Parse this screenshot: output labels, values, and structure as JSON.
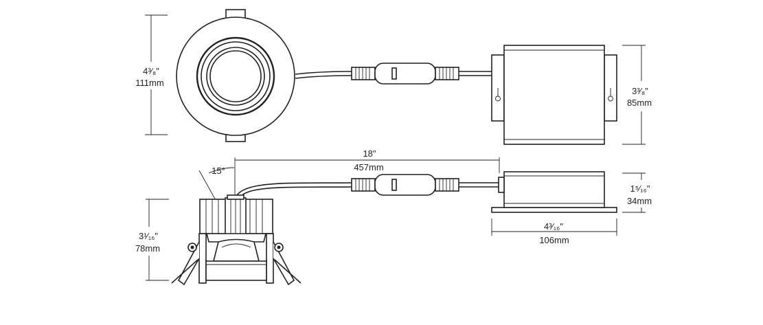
{
  "colors": {
    "line": "#231f20",
    "background": "#ffffff"
  },
  "dimensions": {
    "fixture_diameter": {
      "imperial": "4³⁄₈\"",
      "metric": "111mm"
    },
    "driver_width": {
      "imperial": "3³⁄₈\"",
      "metric": "85mm"
    },
    "cable_length": {
      "imperial": "18\"",
      "metric": "457mm"
    },
    "tilt_angle": "15°",
    "fixture_height": {
      "imperial": "3¹⁄₁₆\"",
      "metric": "78mm"
    },
    "driver_height": {
      "imperial": "1⁵⁄₁₆\"",
      "metric": "34mm"
    },
    "driver_length": {
      "imperial": "4³⁄₁₆\"",
      "metric": "106mm"
    }
  }
}
